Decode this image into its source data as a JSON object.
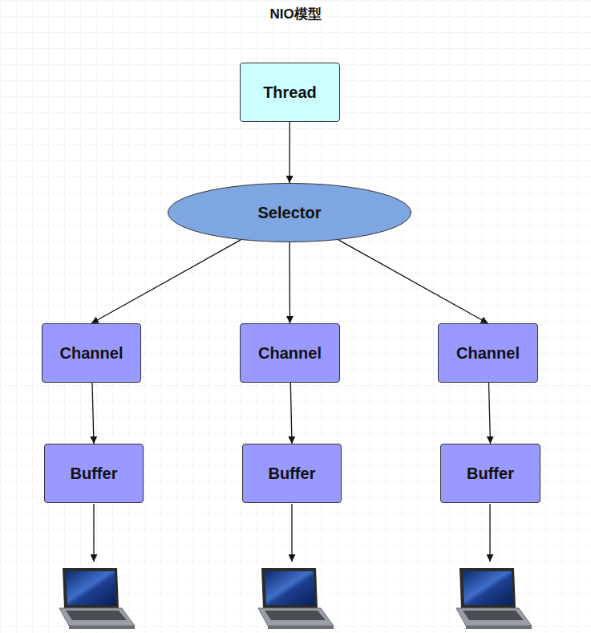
{
  "diagram": {
    "title": "NIO模型",
    "nodes": [
      {
        "text": [
          "Thread"
        ]
      },
      {
        "text": [
          "Selector"
        ]
      },
      {
        "text": [
          "Channel"
        ]
      },
      {
        "text": [
          "Channel"
        ]
      },
      {
        "text": [
          "Channel"
        ]
      },
      {
        "text": [
          "Buffer"
        ]
      },
      {
        "text": [
          "Buffer"
        ]
      },
      {
        "text": [
          "Buffer"
        ]
      }
    ],
    "edges": [
      {
        "from": 0,
        "to": 1,
        "arrow": "to"
      },
      {
        "from": 1,
        "to": 2,
        "arrow": "to"
      },
      {
        "from": 1,
        "to": 3,
        "arrow": "to"
      },
      {
        "from": 1,
        "to": 4,
        "arrow": "to"
      },
      {
        "from": 2,
        "to": 5,
        "arrow": "to"
      },
      {
        "from": 3,
        "to": 6,
        "arrow": "to"
      },
      {
        "from": 4,
        "to": 7,
        "arrow": "to"
      }
    ]
  }
}
